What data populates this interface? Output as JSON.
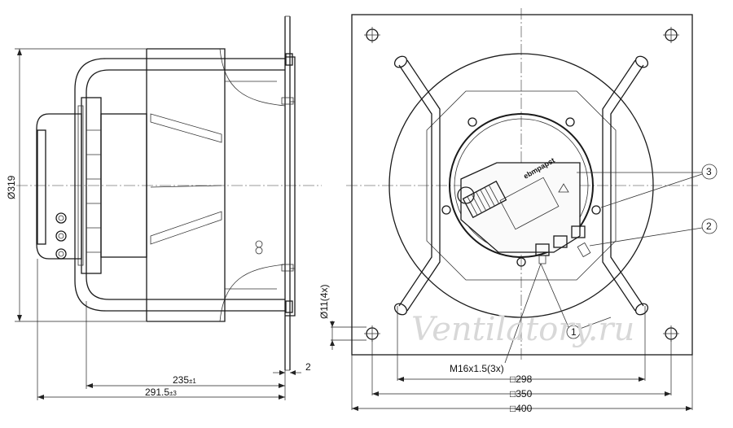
{
  "dimensions": {
    "diameter_label": "Ø319",
    "depth_inner": "235",
    "depth_inner_tol": "±1",
    "depth_overall": "291.5",
    "depth_overall_tol": "±3",
    "flange_thickness": "2",
    "hole_label": "Ø11(4x)",
    "cable_gland": "M16x1.5(3x)",
    "square_298": "298",
    "square_350": "350",
    "square_400": "400",
    "square_symbol": "□"
  },
  "callouts": {
    "one": "1",
    "two": "2",
    "three": "3"
  },
  "brand": "ebmpapst",
  "watermark": "Ventilatory.ru"
}
